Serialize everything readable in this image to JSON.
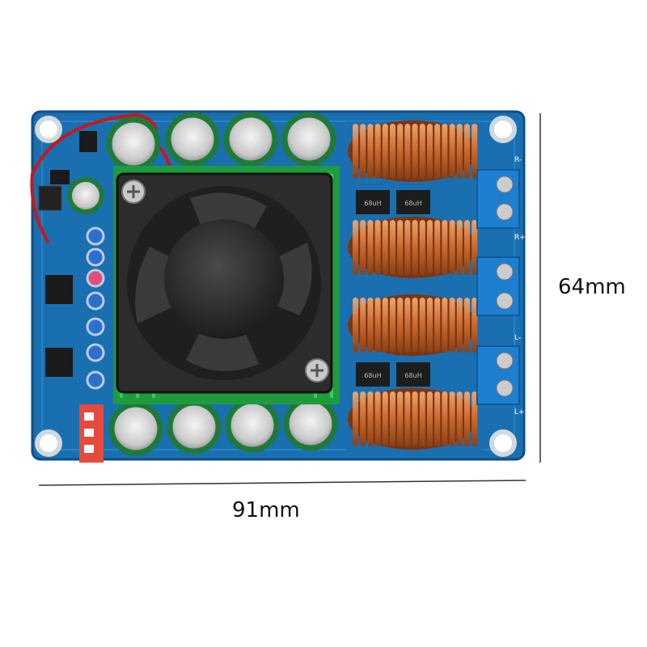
{
  "dimensions": {
    "width_label": "91mm",
    "height_label": "64mm"
  },
  "terminals": {
    "r_plus": "R+",
    "r_minus": "R-",
    "l_plus": "L+",
    "l_minus": "L-"
  },
  "inductor_marks": [
    "68uH",
    "68uH",
    "68uH",
    "68uH"
  ],
  "colors": {
    "pcb": "#1a6fb0",
    "pcb_edge": "#0f4f86",
    "copper": "#d27a3c",
    "cap_green": "#1f7a3a",
    "terminal_blue": "#1e7fd0",
    "fan": "#2c2c2c",
    "heatsink": "#22b04a"
  }
}
